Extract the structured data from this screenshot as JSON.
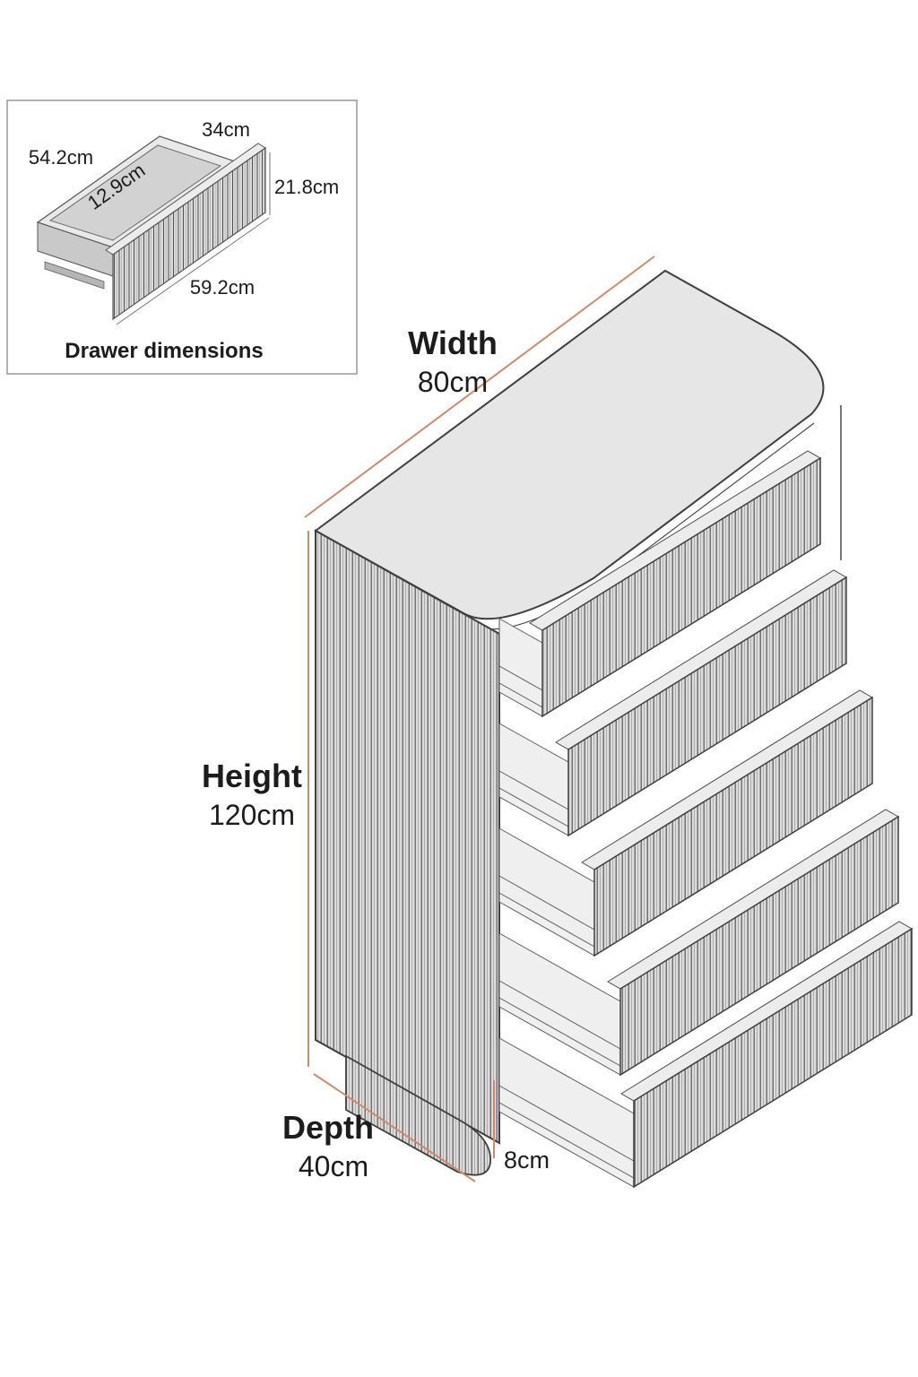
{
  "diagram": {
    "background": "#ffffff",
    "colors": {
      "dimension_line": "#cf8a6b",
      "outline": "#3f3f3f",
      "text": "#1c1c1c"
    },
    "inset": {
      "caption": "Drawer dimensions",
      "measurements": {
        "top_width": "34cm",
        "inner_length": "54.2cm",
        "inner_height": "12.9cm",
        "front_height": "21.8cm",
        "front_width": "59.2cm"
      }
    },
    "chest": {
      "width_label": "Width",
      "width_value": "80cm",
      "height_label": "Height",
      "height_value": "120cm",
      "depth_label": "Depth",
      "depth_value": "40cm",
      "plinth_height_value": "8cm",
      "drawer_count": 5
    }
  }
}
